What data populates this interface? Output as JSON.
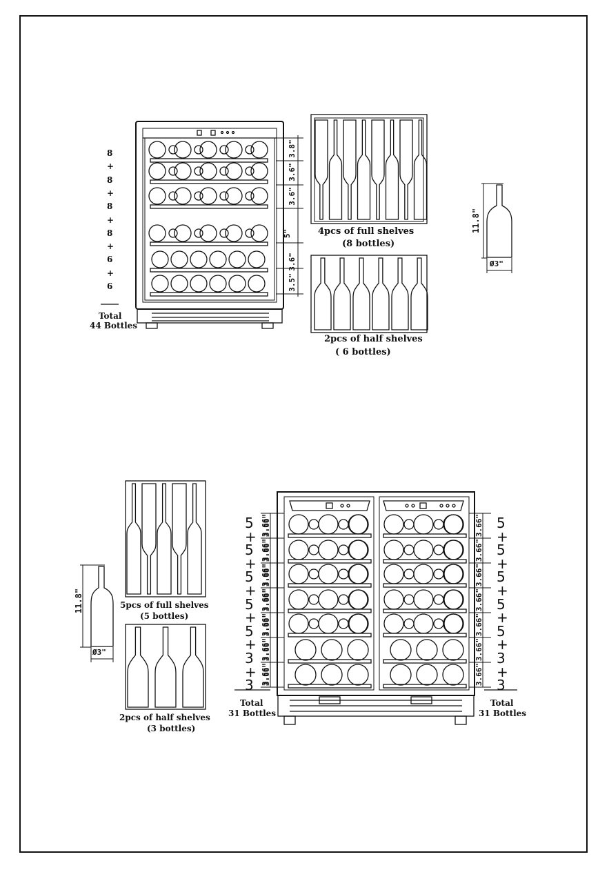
{
  "top": {
    "count_column": [
      "8",
      "+",
      "8",
      "+",
      "8",
      "+",
      "8",
      "+",
      "6",
      "+",
      "6"
    ],
    "total_label": "Total",
    "total_bottles": "44 Bottles",
    "dims": [
      "3.8\"",
      "3.6\"",
      "3.6\"",
      "5\"",
      "3.6\"",
      "3.5\""
    ],
    "full_shelves_line1": "4pcs of full shelves",
    "full_shelves_line2": "(8 bottles)",
    "half_shelves_line1": "2pcs of half shelves",
    "half_shelves_line2": "( 6 bottles)",
    "bottle_height": "11.8\"",
    "bottle_dia": "Ø3\""
  },
  "bottom": {
    "left_counts": [
      "5",
      "+",
      "5",
      "+",
      "5",
      "+",
      "5",
      "+",
      "5",
      "+",
      "3",
      "+",
      "3"
    ],
    "right_counts": [
      "5",
      "+",
      "5",
      "+",
      "5",
      "+",
      "5",
      "+",
      "5",
      "+",
      "3",
      "+",
      "3"
    ],
    "dims": [
      "3.66\"",
      "3.66\"",
      "3.66\"",
      "3.66\"",
      "3.66\"",
      "3.66\"",
      "3.66\""
    ],
    "total_label_left": "Total",
    "total_bottles_left": "31 Bottles",
    "total_label_right": "Total",
    "total_bottles_right": "31 Bottles",
    "full_shelves_line1": "5pcs of full shelves",
    "full_shelves_line2": "(5 bottles)",
    "half_shelves_line1": "2pcs of half shelves",
    "half_shelves_line2": "(3 bottles)",
    "bottle_height": "11.8\"",
    "bottle_dia": "Ø3\""
  }
}
